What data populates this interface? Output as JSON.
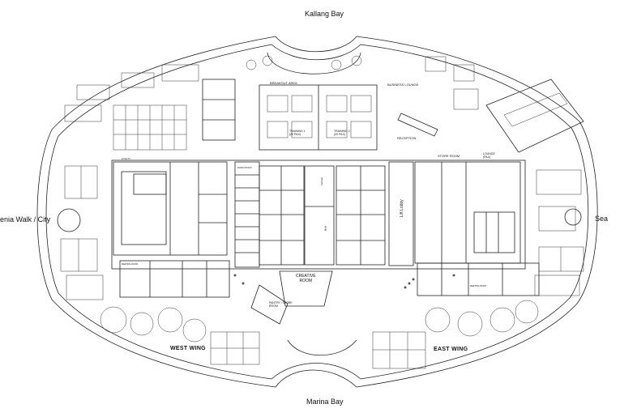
{
  "orientation": {
    "north": "Kallang Bay",
    "south": "Marina Bay",
    "west": "enia Walk / City",
    "east": "Sea"
  },
  "areas": {
    "breakout": "BREAKOUT AREA",
    "business_lounge": "BUSINESS LOUNGE",
    "training_1": "TRAINING 1\n(20 PAX)",
    "training_2": "TRAINING 2\n(20 PAX)",
    "reception": "RECEPTION",
    "store_room": "STORE ROOM",
    "lounge": "LOUNGE\n(PAX)",
    "creative_room": "CREATIVE\nROOM",
    "pantry": "PANTRY / STORE\nROOM",
    "lift_lobby": "Lift Lobby",
    "west_wing": "WEST WING",
    "east_wing": "EAST WING",
    "zoom_studio": "ZOOM STUDIO",
    "meeting_room": "MEETING ROOM",
    "utility": "UTILITY",
    "female": "Female",
    "male": "Male"
  }
}
